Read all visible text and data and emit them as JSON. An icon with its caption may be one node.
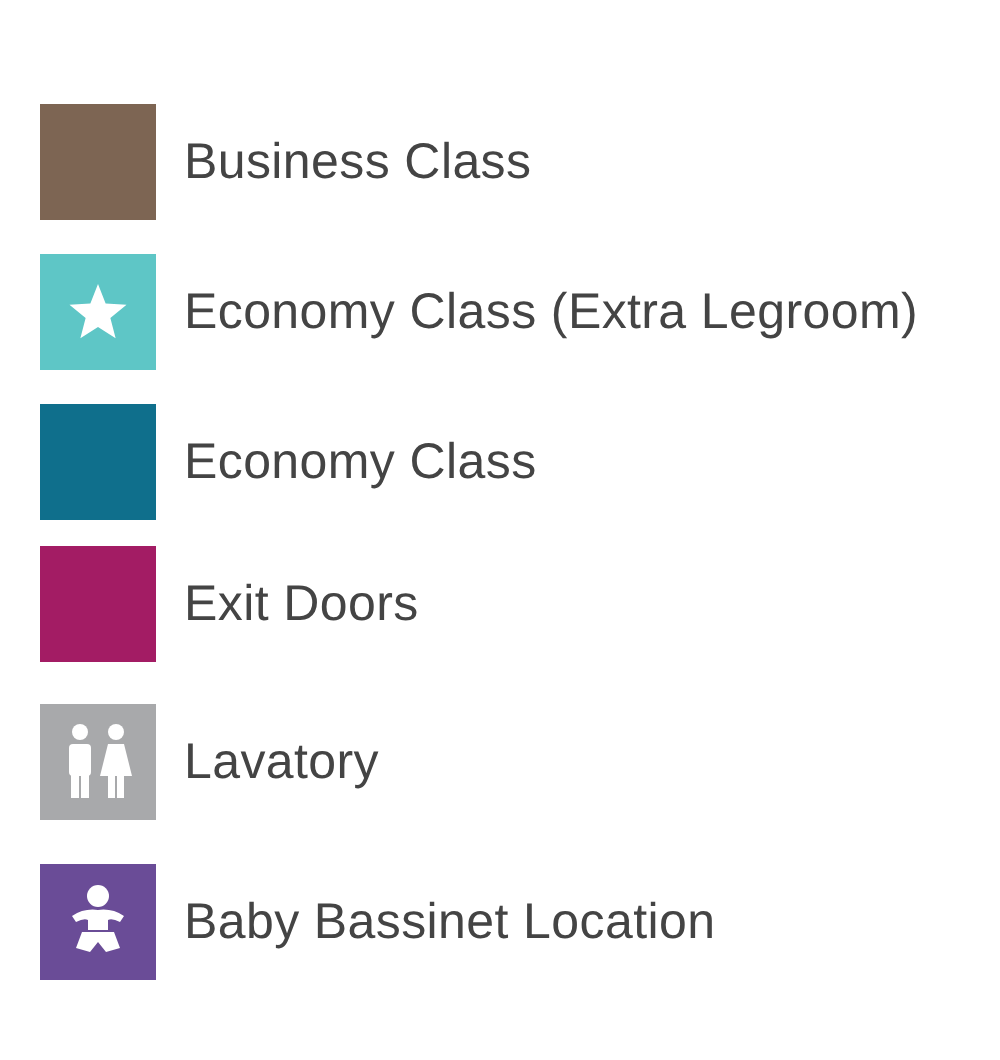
{
  "diagram": {
    "legend": [
      {
        "text": "Business Class",
        "color": "#7d6553"
      },
      {
        "text": "Economy Class (Extra Legroom)",
        "color": "#5ec6c6"
      },
      {
        "text": "Economy Class",
        "color": "#0f6f8c"
      },
      {
        "text": "Exit Doors",
        "color": "#a31c64"
      },
      {
        "text": "Lavatory",
        "color": "#a8a9ab"
      },
      {
        "text": "Baby Bassinet Location",
        "color": "#6a4c97"
      }
    ]
  }
}
